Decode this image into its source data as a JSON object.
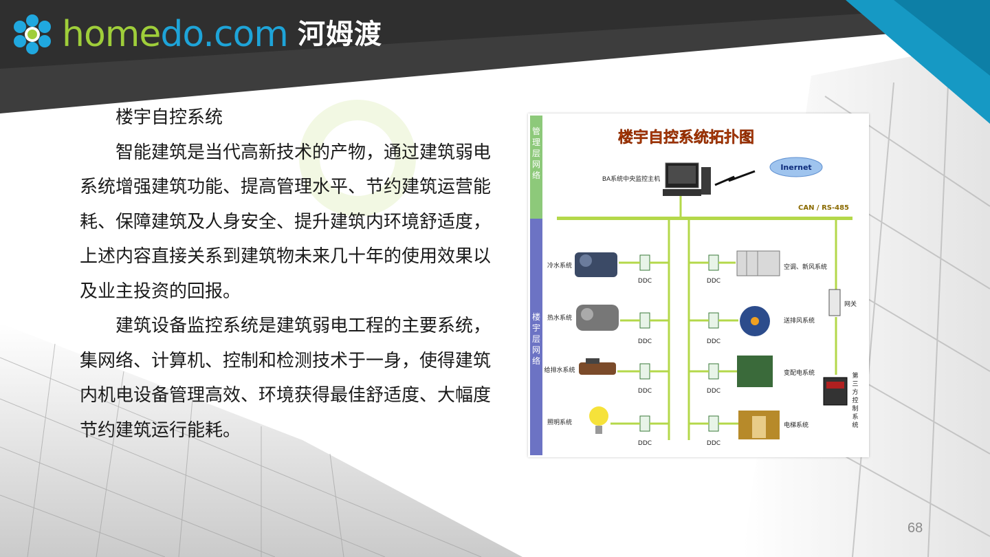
{
  "header": {
    "logo_text_a": "home",
    "logo_text_b": "do",
    "logo_text_c": ".com",
    "logo_cn": "河姆渡"
  },
  "content": {
    "title": "楼宇自控系统",
    "para1": "智能建筑是当代高新技术的产物，通过建筑弱电系统增强建筑功能、提高管理水平、节约建筑运营能耗、保障建筑及人身安全、提升建筑内环境舒适度，上述内容直接关系到建筑物未来几十年的使用效果以及业主投资的回报。",
    "para2": "建筑设备监控系统是建筑弱电工程的主要系统，集网络、计算机、控制和检测技术于一身，使得建筑内机电设备管理高效、环境获得最佳舒适度、大幅度节约建筑运行能耗。"
  },
  "diagram": {
    "title": "楼宇自控系统拓扑图",
    "mgmt_layer": "管理层网络",
    "bldg_layer": "楼宇层网络",
    "host": "BA系统中央监控主机",
    "internet": "Inernet",
    "bus": "CAN / RS-485",
    "ddc": "DDC",
    "left_systems": [
      "冷水系统",
      "热水系统",
      "给排水系统",
      "照明系统"
    ],
    "right_systems": [
      "空调、新风系统",
      "送排风系统",
      "变配电系统",
      "电梯系统"
    ],
    "gateway": "网关",
    "third_party": "第三方控制系统"
  },
  "footer": {
    "page_number": "68"
  },
  "colors": {
    "accent_green": "#9fce3a",
    "accent_blue": "#1ea4d8",
    "bus_green": "#b4d84a",
    "diagram_title": "#e0520f"
  }
}
